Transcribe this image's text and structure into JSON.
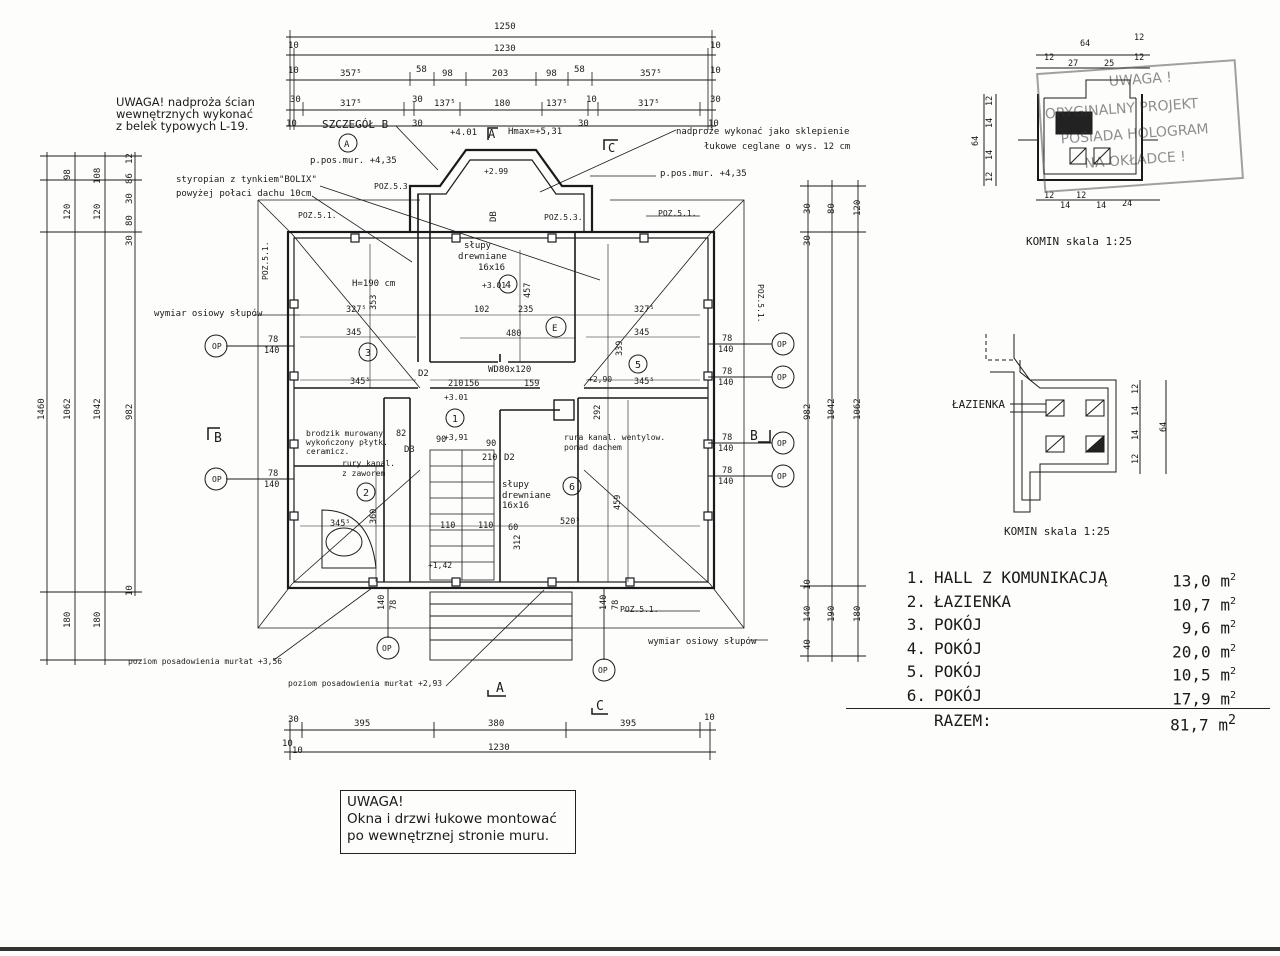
{
  "notes": {
    "lintels": "UWAGA! nadproża ścian\nwewnętrznych wykonać\nz belek typowych L-19.",
    "warning_title": "UWAGA!",
    "warning_line1": "Okna i drzwi łukowe montować",
    "warning_line2": "po wewnętrznej stronie muru."
  },
  "plan_labels": {
    "detail_b": "SZCZEGÓŁ B",
    "axis_a": "A",
    "axis_b": "B",
    "axis_c": "C",
    "level_401": "+4.01",
    "hmax": "Hmax=+5,31",
    "lintel_note1": "nadproże wykonać jako sklepienie",
    "lintel_note2": "łukowe ceglane o wys. 12 cm",
    "pos_mur_left": "p.pos.mur. +4,35",
    "pos_mur_right": "p.pos.mur. +4,35",
    "styro1": "styropian z tynkiem\"BOLIX\"",
    "styro2": "powyżej połaci dachu 10cm",
    "poz53a": "POZ.5.3.",
    "poz53b": "POZ.5.3.",
    "poz51a": "POZ.5.1.",
    "poz51b": "POZ.5.1.",
    "poz51c": "POZ.5.1.",
    "poz51d": "POZ.5.1.",
    "poz51e": "POZ.5.1.",
    "h190": "H=190 cm",
    "slupy1a": "słupy",
    "slupy1b": "drewniane",
    "slupy1c": "16x16",
    "slupy2a": "słupy",
    "slupy2b": "drewniane",
    "slupy2c": "16x16",
    "wymiar_left": "wymiar osiowy słupów",
    "wymiar_right": "wymiar osiowy słupów",
    "brodzik1": "brodzik murowany",
    "brodzik2": "wykończony płytk.",
    "brodzik3": "ceramicz.",
    "rury1": "rury kanal.",
    "rury2": "z zaworem",
    "rura1": "rura kanal. wentylow.",
    "rura2": "ponad dachem",
    "murlat1": "poziom posadowienia murłat +3,56",
    "murlat2": "poziom posadowienia murłat +2,93",
    "wd": "WD80x120",
    "d2": "D2",
    "d3": "D3",
    "d2b": "D2",
    "db": "DB",
    "e": "E",
    "op": "OP",
    "r1": "1",
    "r2": "2",
    "r3": "3",
    "r4": "4",
    "r5": "5",
    "r6": "6",
    "lv301": "+3.01",
    "lv299": "+2.99",
    "lv391": "+3,91",
    "lv290": "+2,90",
    "lv142": "+1,42",
    "lv301b": "+3.01"
  },
  "dims_top": {
    "d1250": "1250",
    "d1230": "1230",
    "d10": "10",
    "d3575": "357⁵",
    "d58": "58",
    "d98": "98",
    "d203": "203",
    "d30": "30",
    "d3175": "317⁵",
    "d1375": "137⁵",
    "d180": "180"
  },
  "dims_bottom": {
    "d30": "30",
    "d395a": "395",
    "d380": "380",
    "d395b": "395",
    "d10": "10",
    "d1230": "1230"
  },
  "dims_left": {
    "d1460": "1460",
    "d1062": "1062",
    "d1042": "1042",
    "d982": "982",
    "d180": "180",
    "d98": "98",
    "d120": "120",
    "d108": "108",
    "d86": "86",
    "d80": "80",
    "d12": "12",
    "d30": "30",
    "d10": "10"
  },
  "dims_right": {
    "d982": "982",
    "d1042": "1042",
    "d1062": "1062",
    "d180": "180",
    "d190": "190",
    "d140": "140",
    "d40": "40",
    "d30": "30",
    "d80": "80",
    "d120": "120",
    "d10": "10"
  },
  "inner_dims": {
    "d3275a": "327⁵",
    "d3275b": "327⁵",
    "d345a": "345",
    "d345b": "345",
    "d3455a": "345⁵",
    "d3455b": "345⁵",
    "d3455c": "345⁵",
    "d5205": "520⁵",
    "d353": "353",
    "d102": "102",
    "d235": "235",
    "d480": "480",
    "d457": "457",
    "d459": "459",
    "d156": "156",
    "d159": "159",
    "d292": "292",
    "d339": "339",
    "d360": "360",
    "d312": "312",
    "d210a": "210",
    "d210b": "210",
    "d90a": "90",
    "d90b": "90",
    "d110a": "110",
    "d110b": "110",
    "d60": "60",
    "d82": "82",
    "d78": "78",
    "d140": "140"
  },
  "chimney_top": {
    "caption": "KOMIN  skala 1:25",
    "d64": "64",
    "d12": "12",
    "d27": "27",
    "d25": "25",
    "d14": "14",
    "d24": "24"
  },
  "chimney_bottom": {
    "caption": "KOMIN  skala 1:25",
    "room": "ŁAZIENKA",
    "d64": "64",
    "d12": "12",
    "d14": "14"
  },
  "stamp": {
    "line1": "UWAGA !",
    "line2": "ORYGINALNY PROJEKT",
    "line3": "POSIADA HOLOGRAM",
    "line4": "NA OKŁADCE !"
  },
  "rooms": [
    {
      "no": "1.",
      "name": "HALL Z KOMUNIKACJĄ",
      "area": "13,0"
    },
    {
      "no": "2.",
      "name": "ŁAZIENKA",
      "area": "10,7"
    },
    {
      "no": "3.",
      "name": "POKÓJ",
      "area": "9,6"
    },
    {
      "no": "4.",
      "name": "POKÓJ",
      "area": "20,0"
    },
    {
      "no": "5.",
      "name": "POKÓJ",
      "area": "10,5"
    },
    {
      "no": "6.",
      "name": "POKÓJ",
      "area": "17,9"
    }
  ],
  "area_unit": "m",
  "area_unit_exp": "2",
  "total": {
    "label": "RAZEM:",
    "area": "81,7"
  }
}
